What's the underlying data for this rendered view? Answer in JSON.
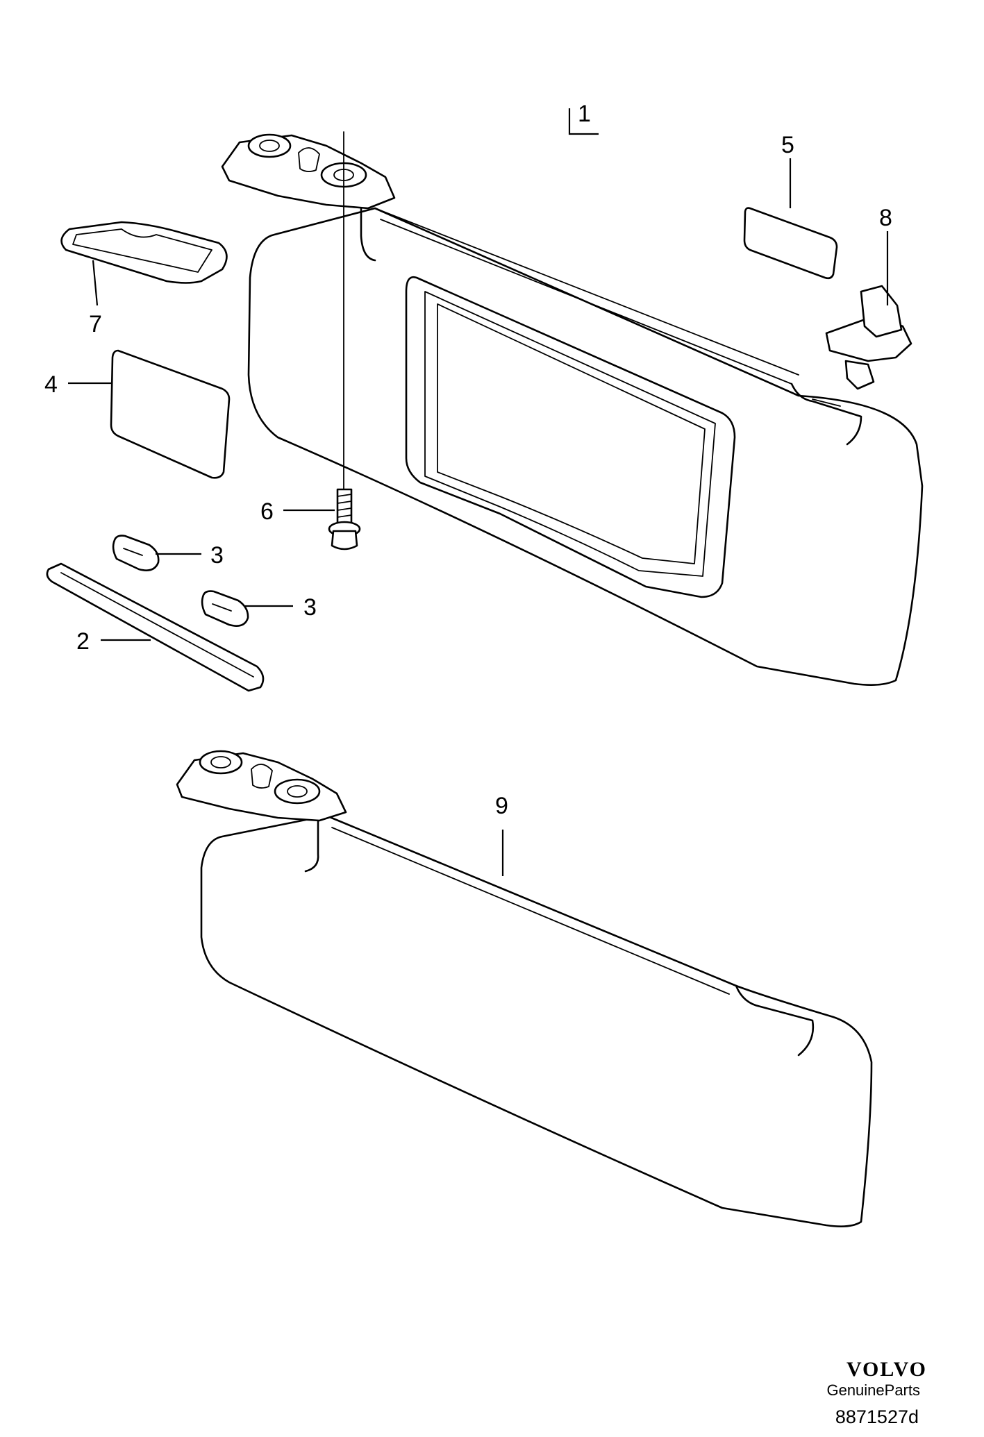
{
  "callouts": {
    "c1": "1",
    "c2": "2",
    "c3a": "3",
    "c3b": "3",
    "c4": "4",
    "c5": "5",
    "c6": "6",
    "c7": "7",
    "c8": "8",
    "c9": "9"
  },
  "footer": {
    "brand": "VOLVO",
    "sub": "GenuineParts",
    "code": "8871527d"
  }
}
